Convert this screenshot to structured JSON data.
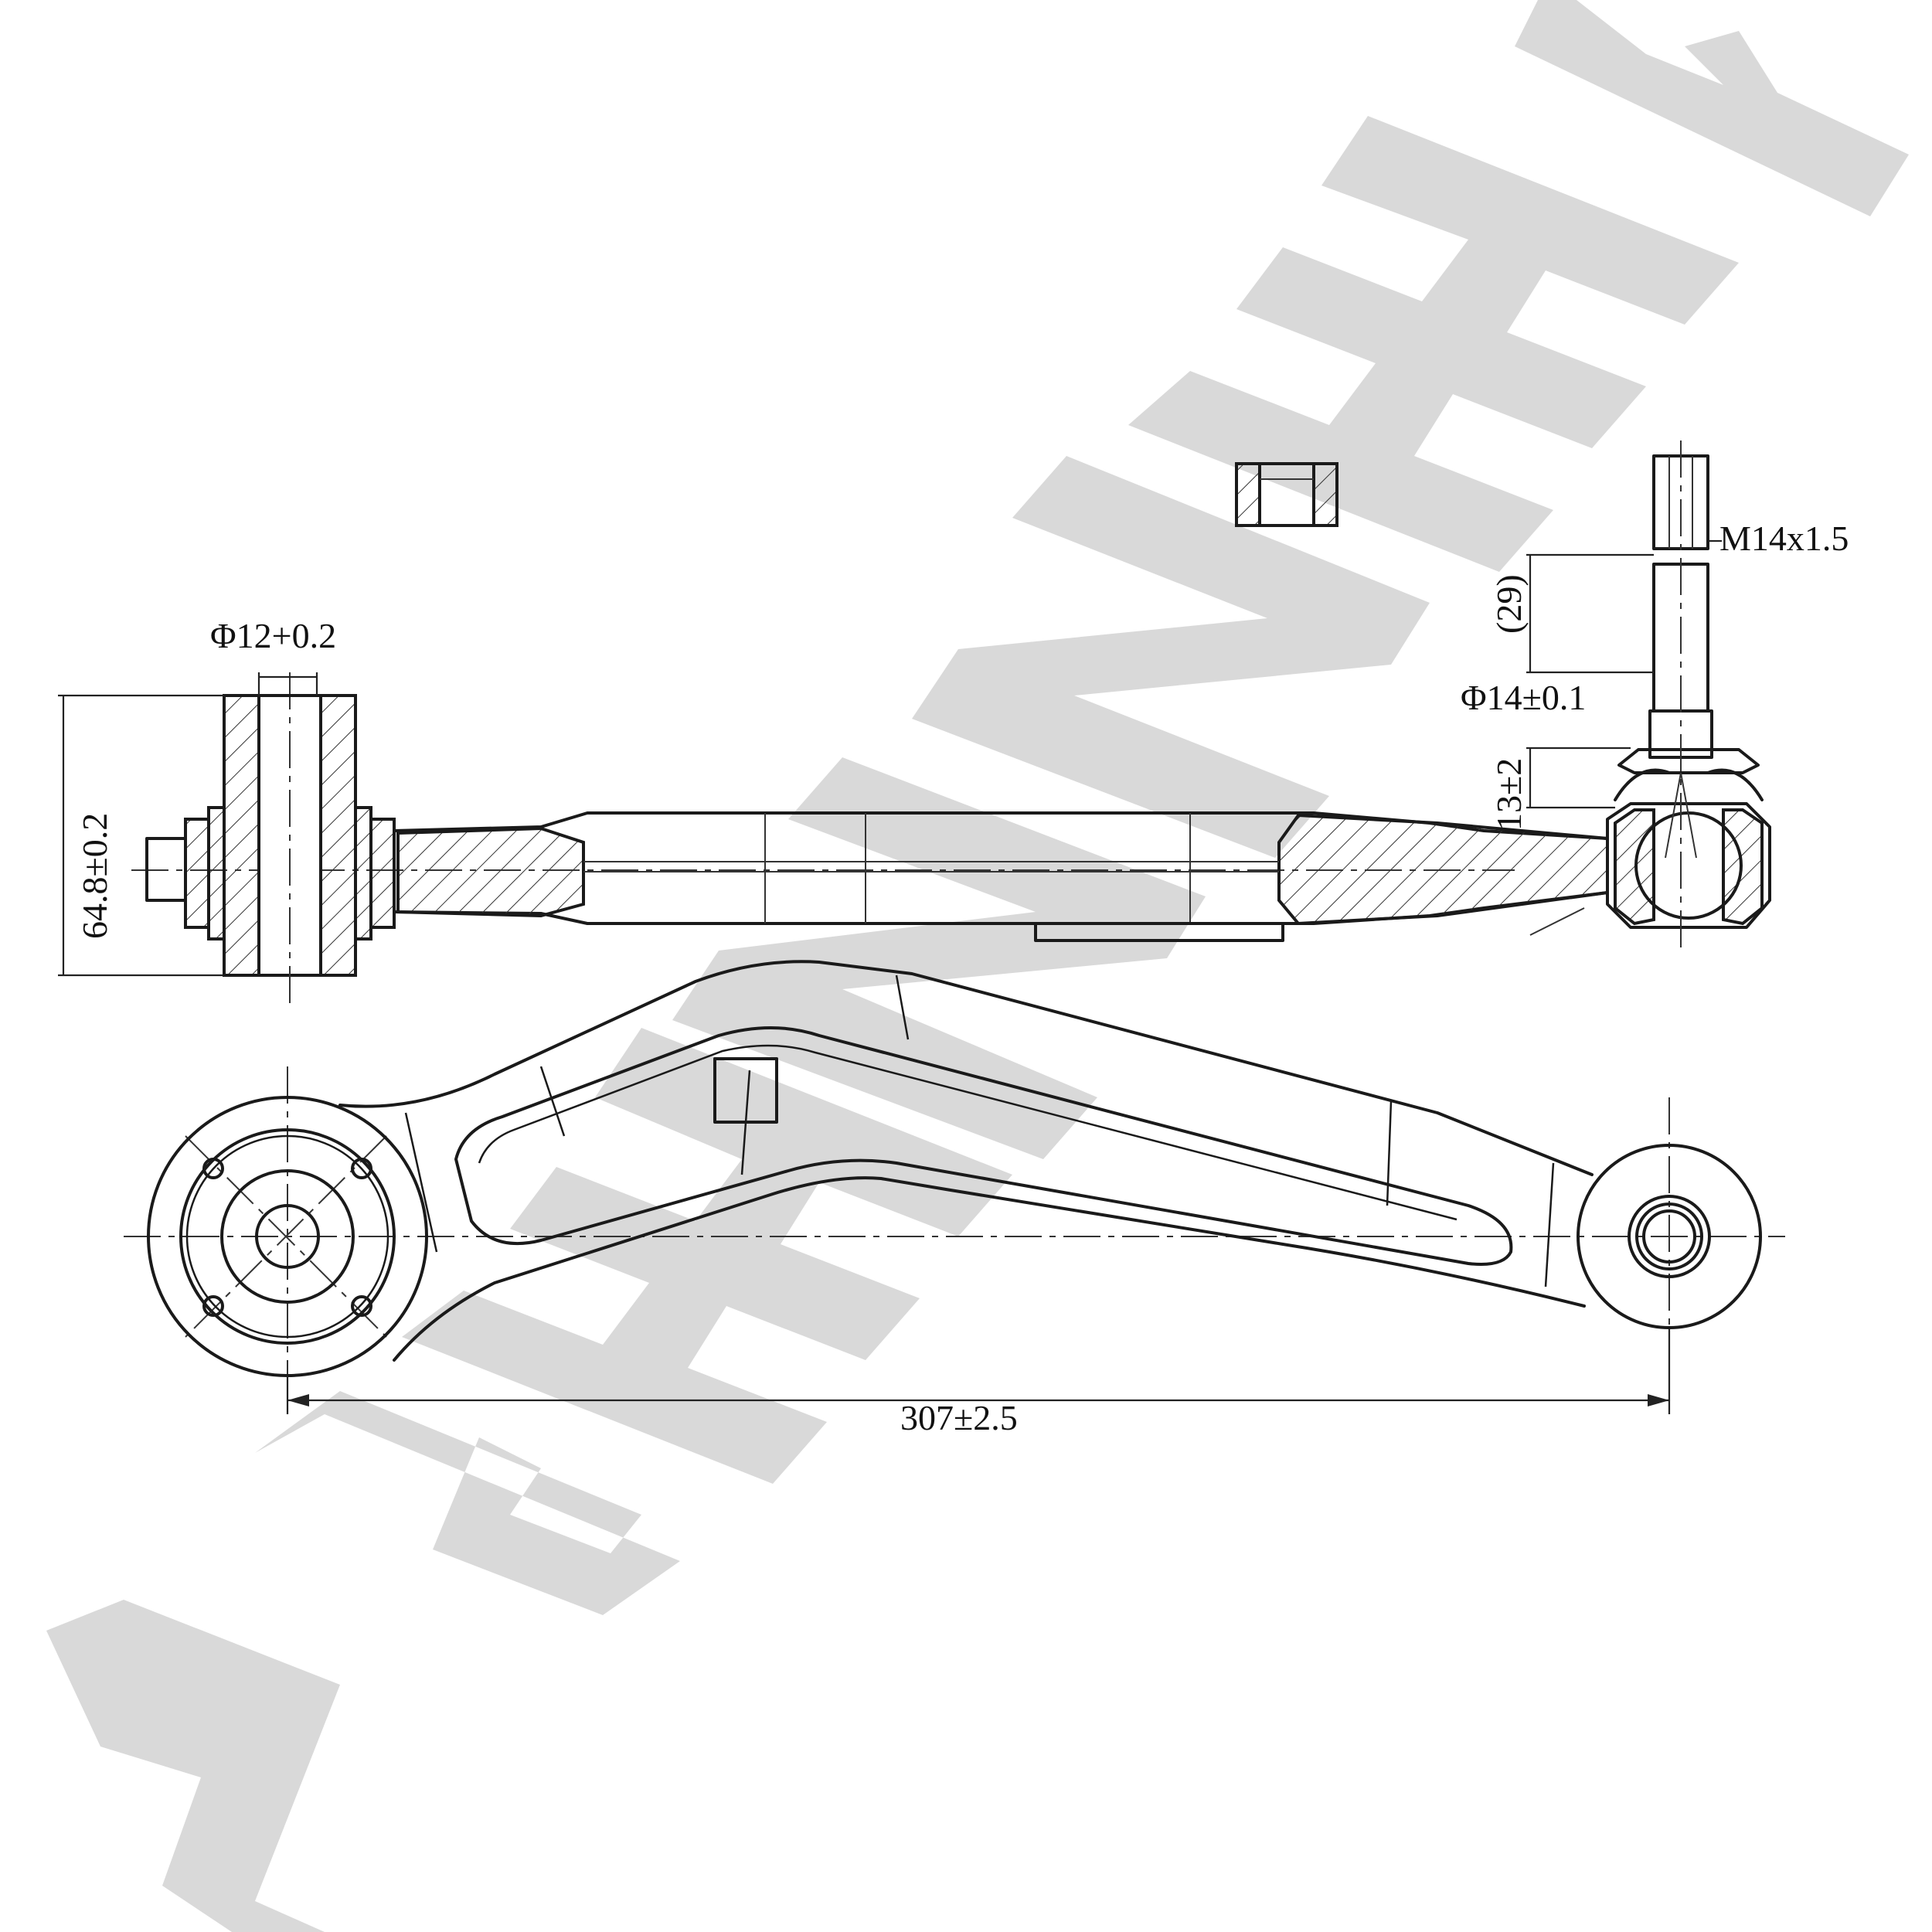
{
  "watermark": {
    "text": "ZENNEK",
    "color": "#d9d9d9"
  },
  "dimensions": {
    "bush_bore": "Φ12+0.2",
    "bush_width": "64.8±0.2",
    "thread": "M14x1.5",
    "stud_length": "(29)",
    "stud_diameter": "Φ14±0.1",
    "ball_height": "13±2",
    "center_distance": "307±2.5"
  },
  "colors": {
    "line": "#1a1a1a",
    "watermark": "#d9d9d9",
    "background": "#ffffff"
  }
}
